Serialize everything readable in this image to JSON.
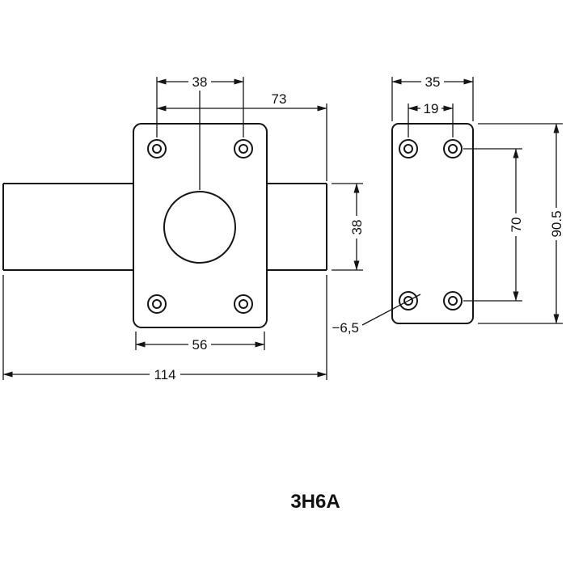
{
  "title": "3H6A",
  "drawing_type": "technical-dimension-drawing",
  "front_view": {
    "dim_top_hole_spacing": "38",
    "dim_body_to_right": "73",
    "dim_bottom_hole_spacing": "56",
    "dim_total_length": "114",
    "dim_body_height": "38"
  },
  "side_view": {
    "dim_plate_width": "35",
    "dim_hole_spacing_horizontal": "19",
    "dim_hole_spacing_vertical": "70",
    "dim_plate_height": "90.5",
    "dim_hole_callout": "−6,5"
  }
}
